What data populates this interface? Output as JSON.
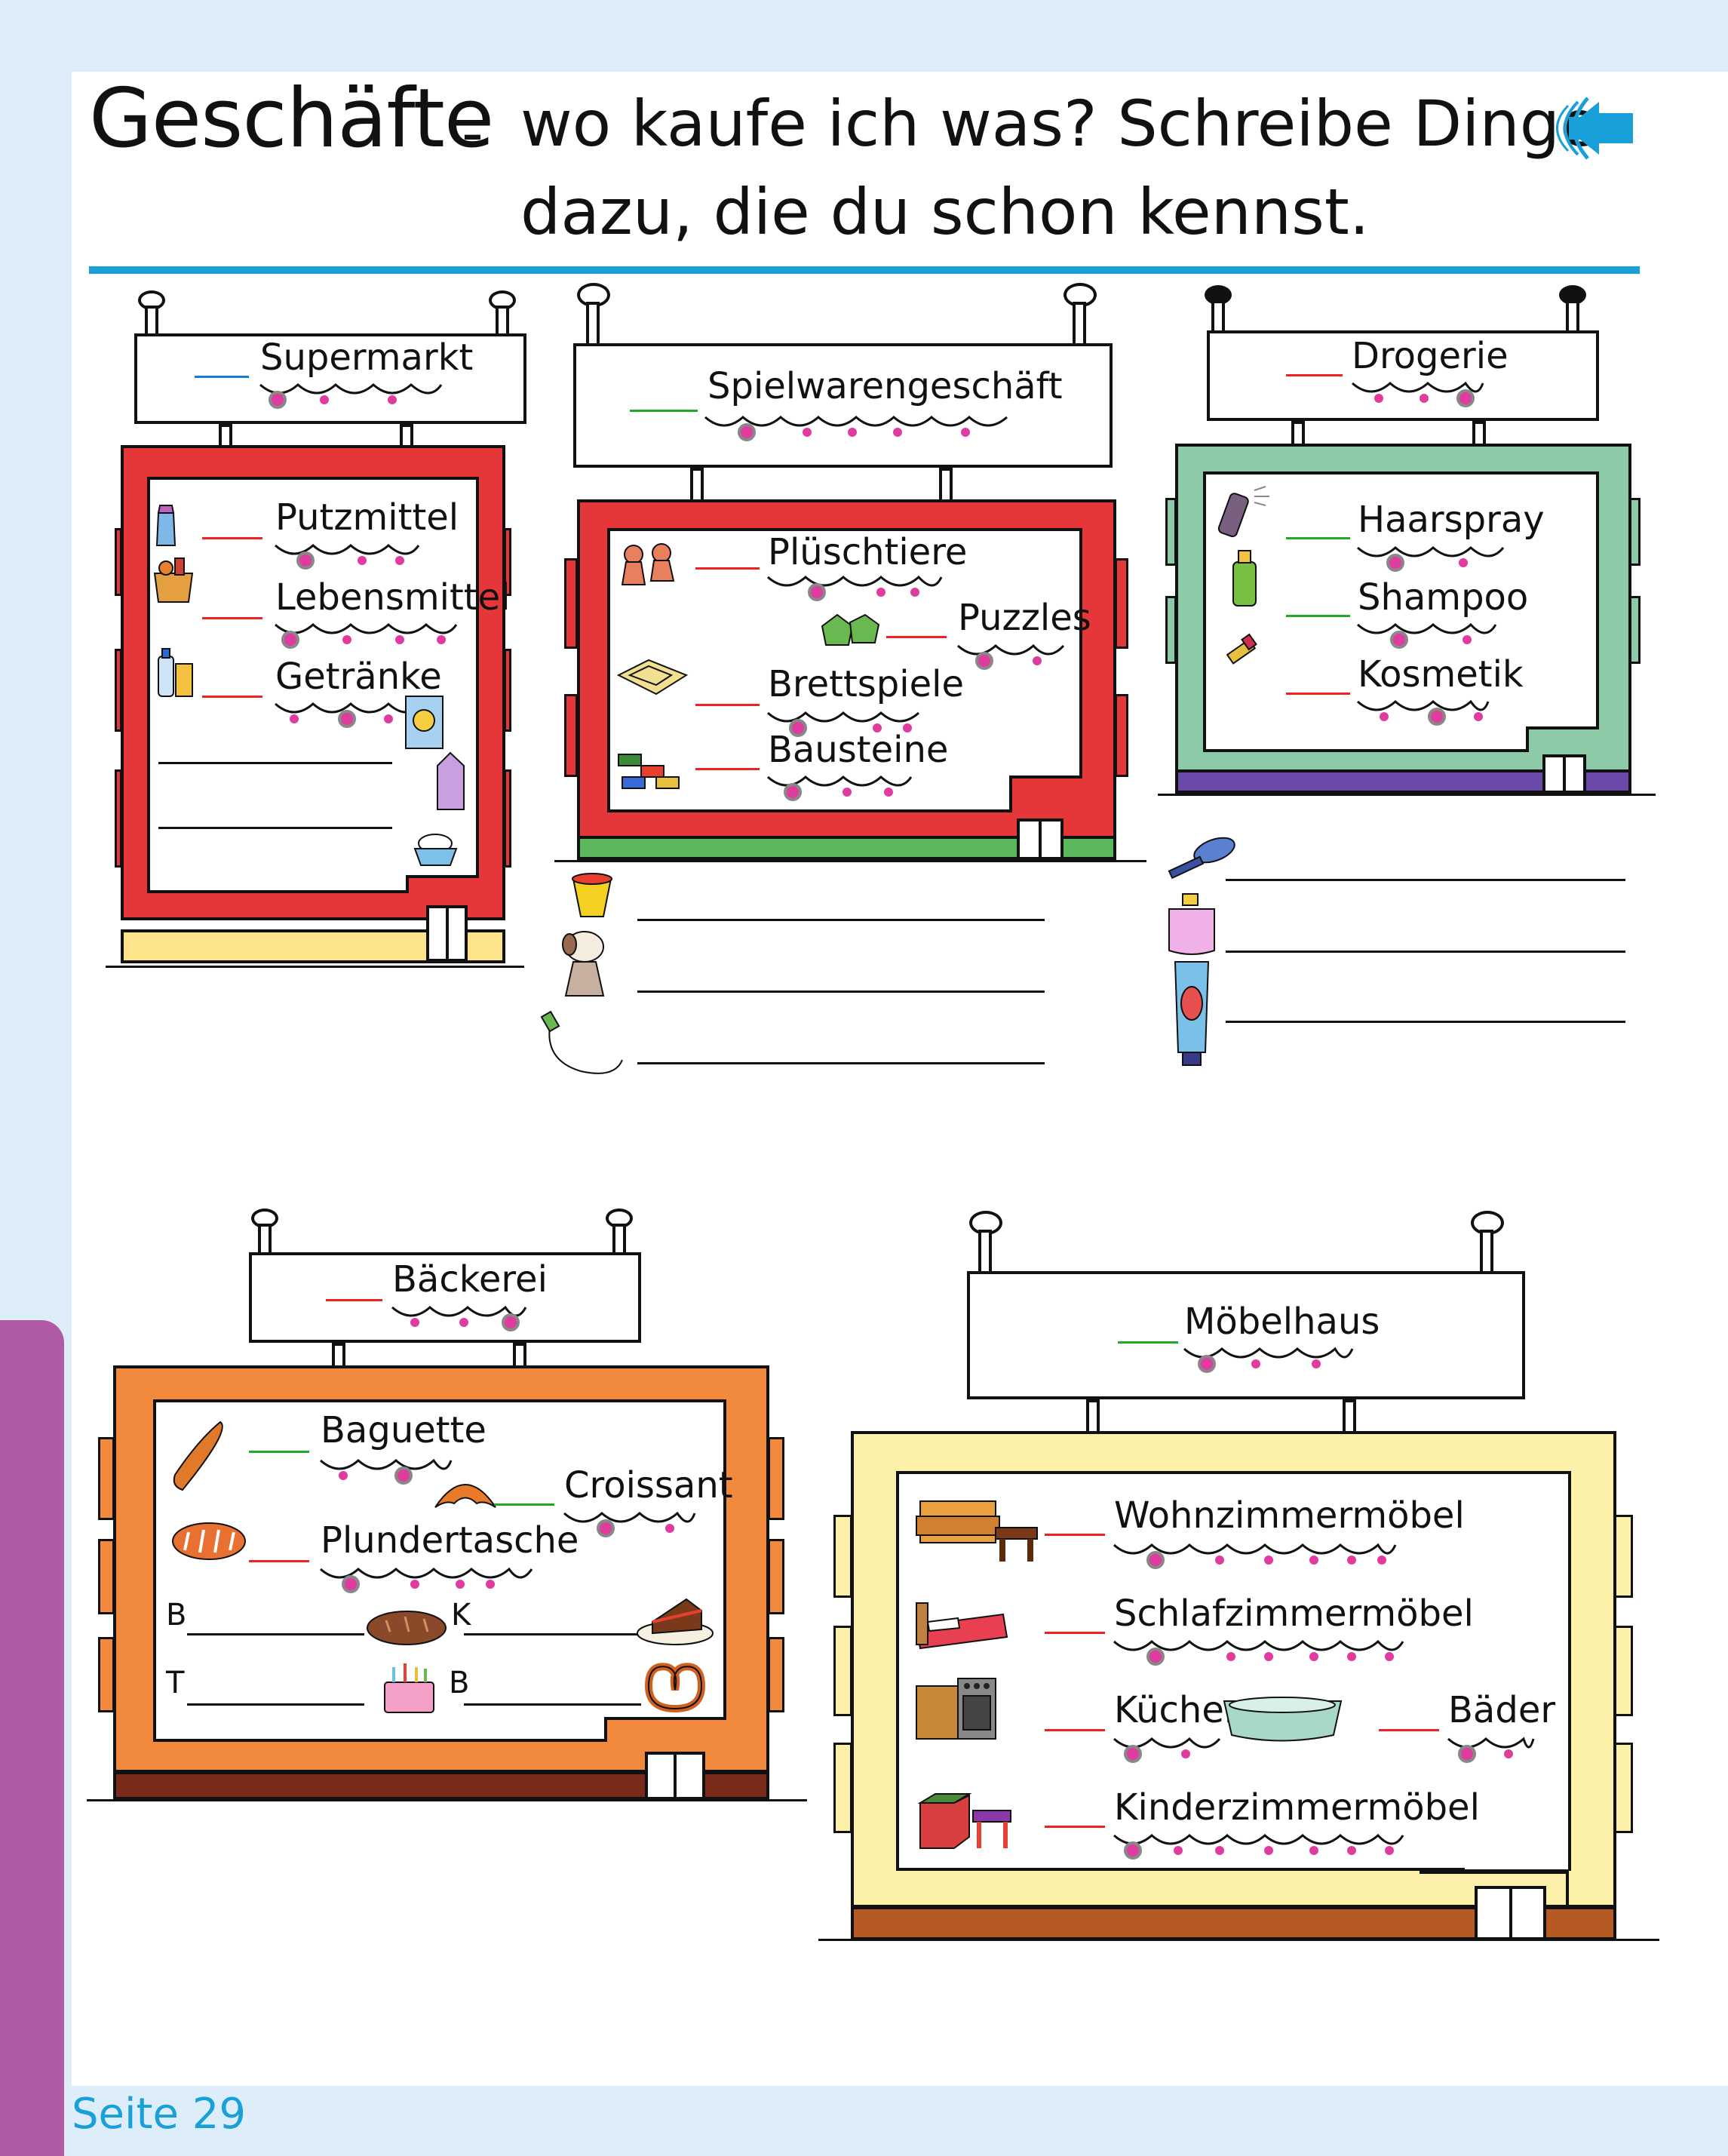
{
  "title": {
    "main": "Geschäfte",
    "dash": "-",
    "line1": "wo kaufe ich was? Schreibe Dinge",
    "line2": "dazu, die du schon kennst."
  },
  "page_number": "Seite 29",
  "colors": {
    "supermarkt": "#e5363a",
    "spielwaren": "#e5363a",
    "drogerie": "#8dcaa8",
    "baeckerei": "#f18a3d",
    "moebelhaus": "#fbf1a9",
    "accent_blue": "#1aa0d8",
    "dot": "#e03ca0"
  },
  "shops": {
    "supermarkt": {
      "sign": "Supermarkt",
      "items": [
        "Putzmittel",
        "Lebensmittel",
        "Getränke"
      ]
    },
    "spielwaren": {
      "sign": "Spielwarengeschäft",
      "items": [
        "Plüschtiere",
        "Puzzles",
        "Brettspiele",
        "Bausteine"
      ]
    },
    "drogerie": {
      "sign": "Drogerie",
      "items": [
        "Haarspray",
        "Shampoo",
        "Kosmetik"
      ]
    },
    "baeckerei": {
      "sign": "Bäckerei",
      "items": [
        "Baguette",
        "Croissant",
        "Plundertasche"
      ],
      "letters": [
        "B",
        "K",
        "T",
        "B"
      ]
    },
    "moebelhaus": {
      "sign": "Möbelhaus",
      "items": [
        "Wohnzimmermöbel",
        "Schlafzimmermöbel",
        "Küchen",
        "Bäder",
        "Kinderzimmermöbel"
      ]
    }
  }
}
